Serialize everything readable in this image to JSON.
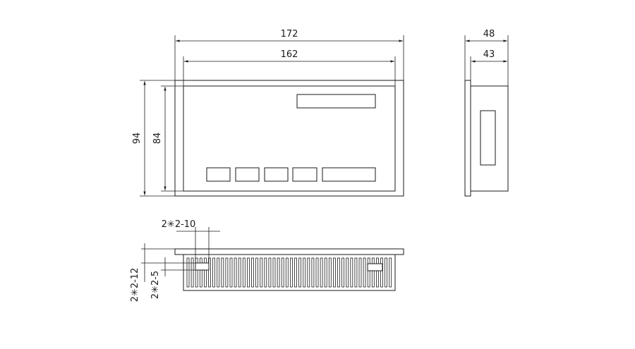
{
  "front_view": {
    "overall_width": "172",
    "inner_width": "162",
    "overall_height": "94",
    "inner_height": "84"
  },
  "side_view": {
    "overall_depth": "48",
    "inner_depth": "43"
  },
  "bottom_view": {
    "slot_spec_width": "2✳2-10",
    "slot_spec_height_outer": "2✳2-12",
    "slot_spec_height_inner": "2✳2-5"
  },
  "colors": {
    "line": "#1a1a1a",
    "background": "#ffffff"
  }
}
